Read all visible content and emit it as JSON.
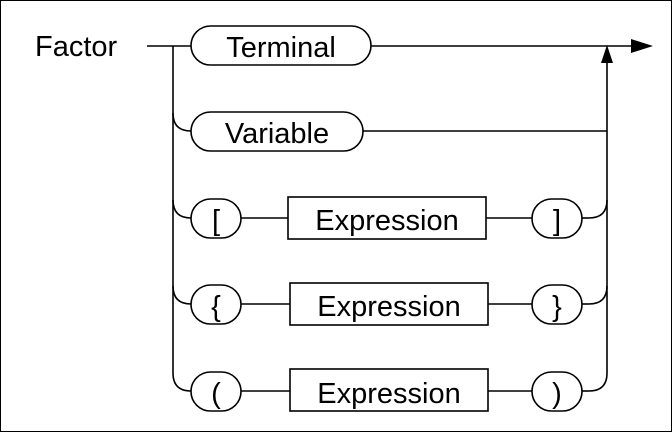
{
  "diagram": {
    "rule_name": "Factor",
    "alternatives": [
      {
        "kind": "terminal",
        "label": "Terminal"
      },
      {
        "kind": "terminal",
        "label": "Variable"
      },
      {
        "kind": "bracketed",
        "open": "[",
        "inner": "Expression",
        "close": "]"
      },
      {
        "kind": "bracketed",
        "open": "{",
        "inner": "Expression",
        "close": "}"
      },
      {
        "kind": "bracketed",
        "open": "(",
        "inner": "Expression",
        "close": ")"
      }
    ]
  },
  "colors": {
    "stroke": "#000000",
    "background": "#ffffff"
  }
}
